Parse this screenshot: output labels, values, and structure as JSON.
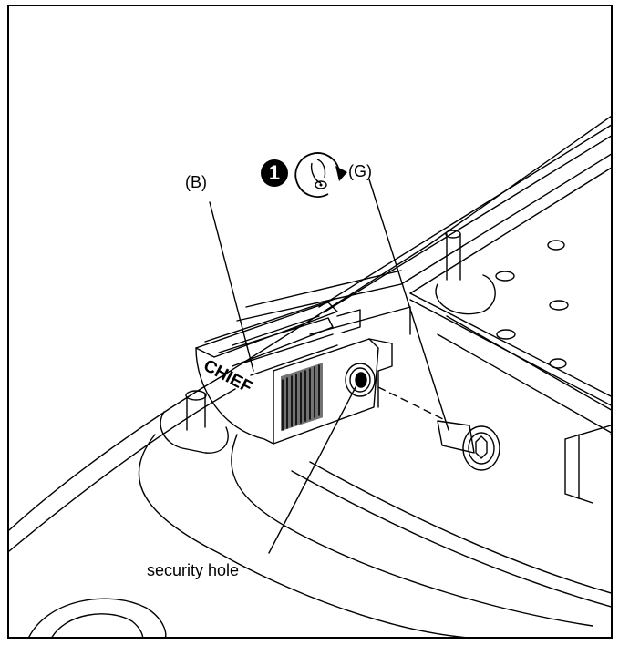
{
  "labels": {
    "part_b": "(B)",
    "part_g": "(G)",
    "security_hole": "security hole",
    "step_number": "1",
    "brand_mark": "CHIEF"
  },
  "icons": {
    "step": "step-number-badge",
    "rotate": "clockwise-rotate-screw-icon"
  }
}
